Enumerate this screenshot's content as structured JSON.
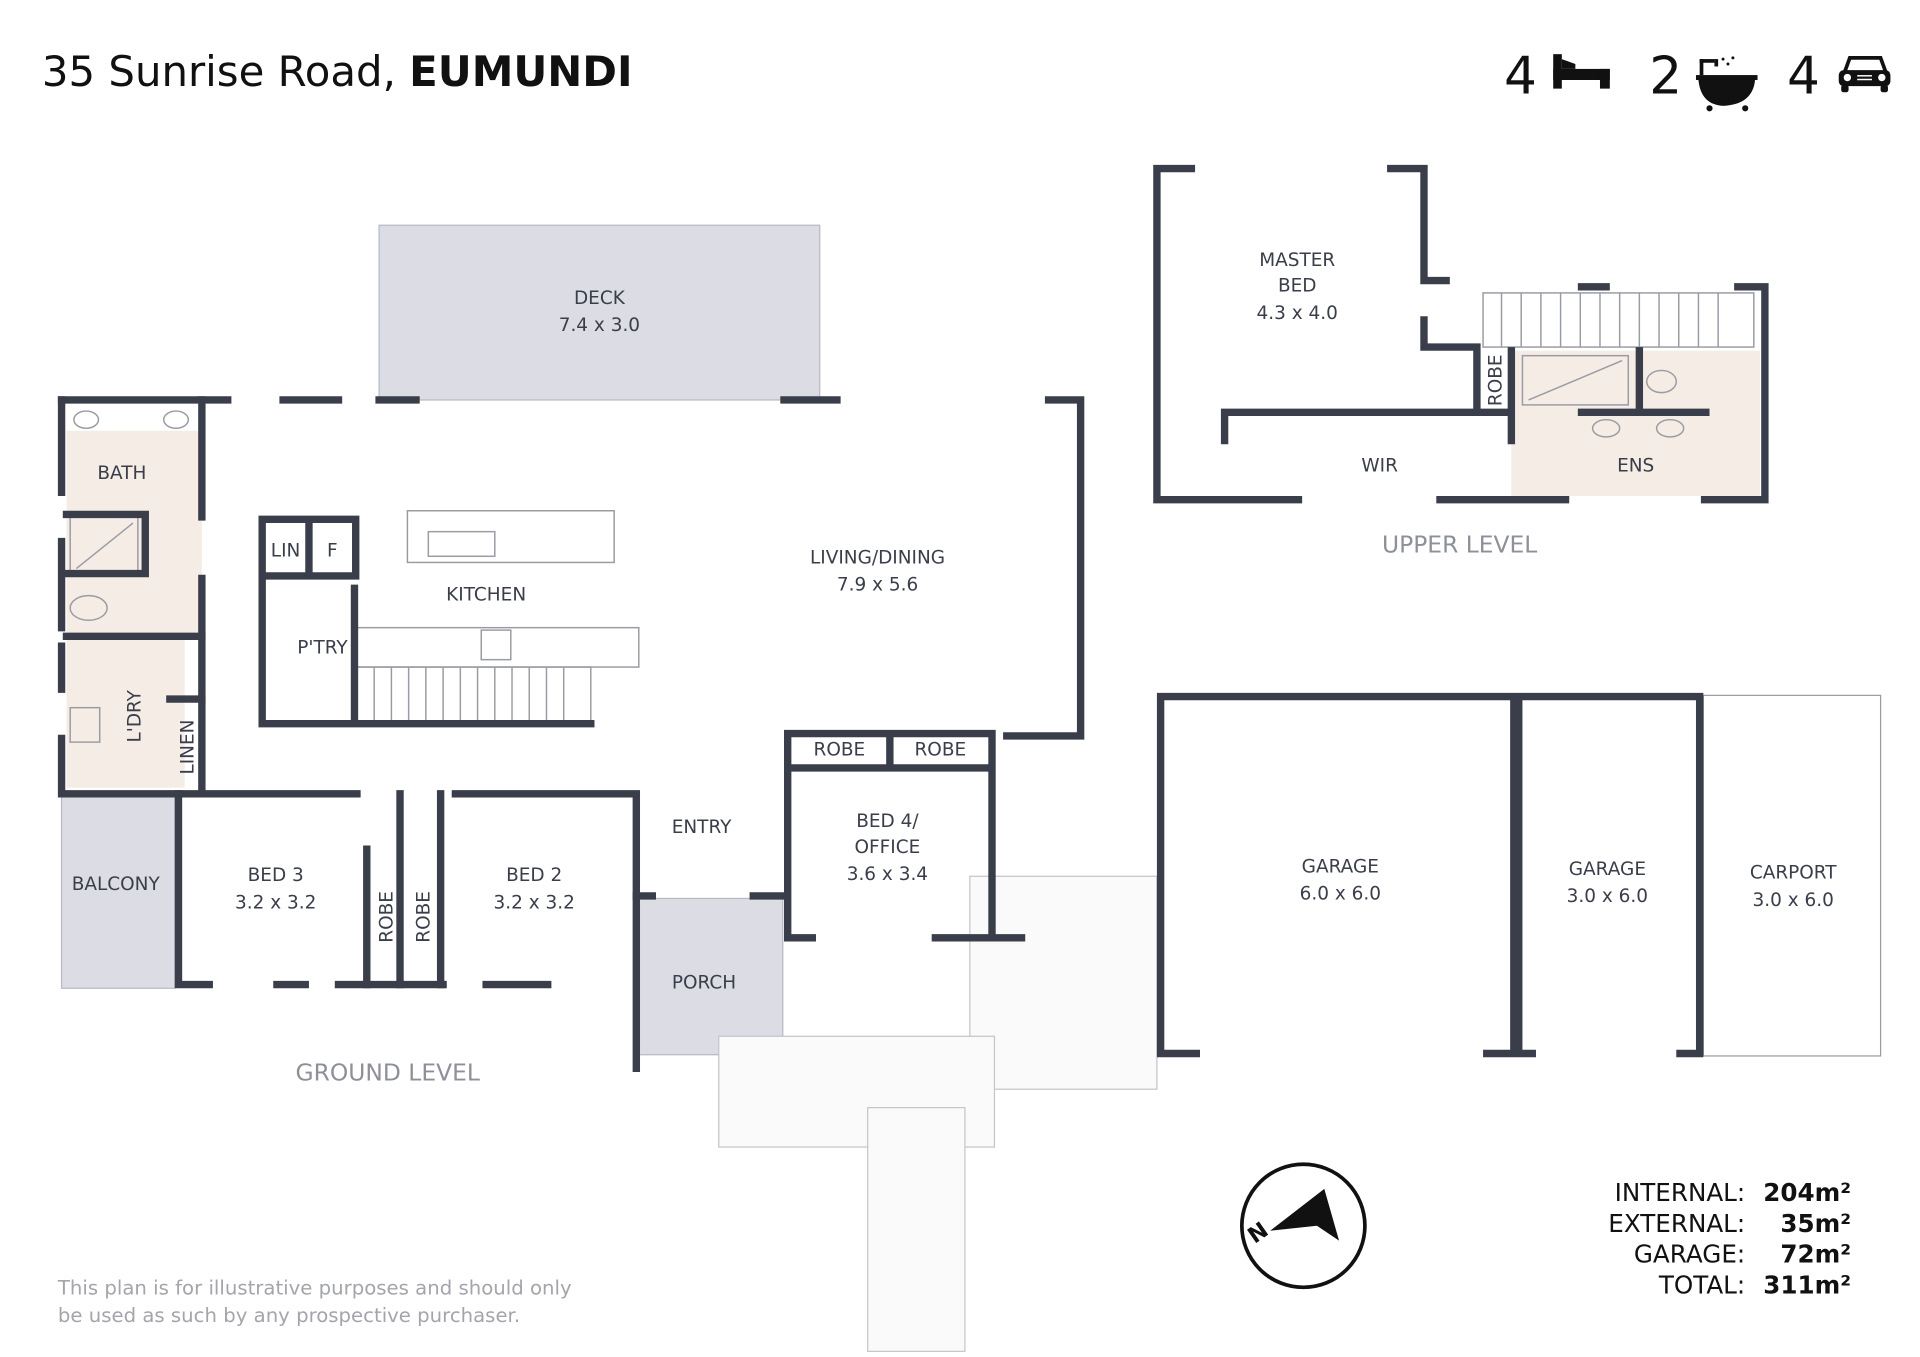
{
  "header": {
    "address": "35 Sunrise Road, ",
    "suburb": "EUMUNDI",
    "features": [
      {
        "count": "4",
        "icon": "bed-icon"
      },
      {
        "count": "2",
        "icon": "bathtub-icon"
      },
      {
        "count": "4",
        "icon": "car-icon"
      }
    ]
  },
  "colors": {
    "wall": "#3a3e4a",
    "tile": "#f4ece5",
    "external": "#dcdde4"
  },
  "ground_level": {
    "label": "GROUND LEVEL",
    "rooms": {
      "deck": {
        "name": "DECK",
        "size": "7.4 x 3.0"
      },
      "bath": {
        "name": "BATH"
      },
      "lin": {
        "name": "LIN"
      },
      "f": {
        "name": "F"
      },
      "kitchen": {
        "name": "KITCHEN"
      },
      "pantry": {
        "name": "P'TRY"
      },
      "living": {
        "name": "LIVING/DINING",
        "size": "7.9 x 5.6"
      },
      "laundry": {
        "name": "L'DRY"
      },
      "linen": {
        "name": "LINEN"
      },
      "balcony": {
        "name": "BALCONY"
      },
      "bed3": {
        "name": "BED 3",
        "size": "3.2 x 3.2"
      },
      "robe1": {
        "name": "ROBE"
      },
      "robe2": {
        "name": "ROBE"
      },
      "bed2": {
        "name": "BED 2",
        "size": "3.2 x 3.2"
      },
      "entry": {
        "name": "ENTRY"
      },
      "porch": {
        "name": "PORCH"
      },
      "robe3": {
        "name": "ROBE"
      },
      "robe4": {
        "name": "ROBE"
      },
      "bed4_l1": {
        "name": "BED 4/"
      },
      "bed4_l2": {
        "name": "OFFICE",
        "size": "3.6 x 3.4"
      },
      "garage1": {
        "name": "GARAGE",
        "size": "6.0 x 6.0"
      },
      "garage2": {
        "name": "GARAGE",
        "size": "3.0 x 6.0"
      },
      "carport": {
        "name": "CARPORT",
        "size": "3.0 x 6.0"
      }
    }
  },
  "upper_level": {
    "label": "UPPER LEVEL",
    "rooms": {
      "master_l1": {
        "name": "MASTER"
      },
      "master_l2": {
        "name": "BED",
        "size": "4.3 x 4.0"
      },
      "robe": {
        "name": "ROBE"
      },
      "wir": {
        "name": "WIR"
      },
      "ens": {
        "name": "ENS"
      }
    }
  },
  "areas": [
    {
      "label": "INTERNAL:",
      "value": "204m²"
    },
    {
      "label": "EXTERNAL:",
      "value": "35m²"
    },
    {
      "label": "GARAGE:",
      "value": "72m²"
    },
    {
      "label": "TOTAL:",
      "value": "311m²"
    }
  ],
  "compass": {
    "letter": "N"
  },
  "disclaimer": {
    "line1": "This plan is for illustrative purposes and should only",
    "line2": "be used as such by any prospective purchaser."
  }
}
